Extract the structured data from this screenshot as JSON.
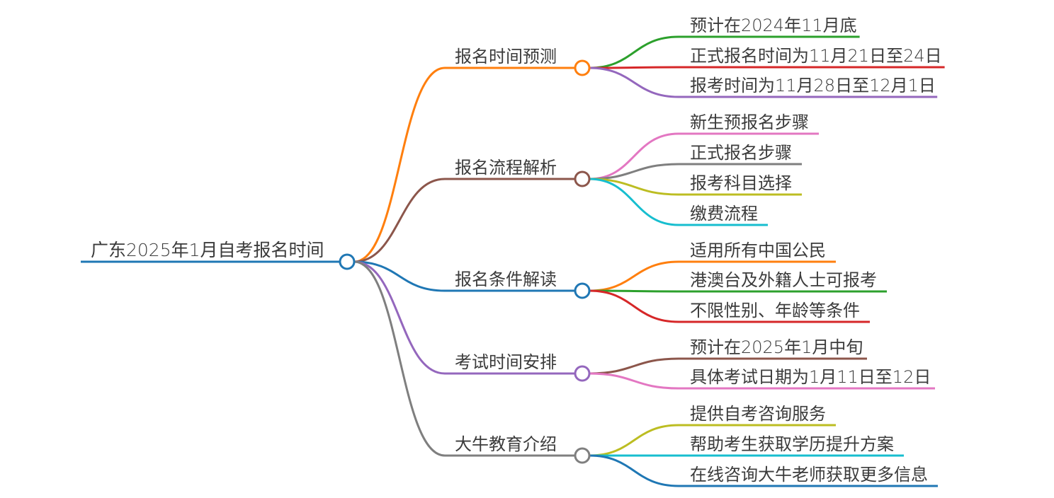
{
  "root": {
    "label": "广东2025年1月自考报名时间",
    "color": "#1f77b4"
  },
  "branches": [
    {
      "label": "报名时间预测",
      "color": "#ff7f0e",
      "children": [
        {
          "label": "预计在2024年11月底",
          "color": "#2ca02c"
        },
        {
          "label": "正式报名时间为11月21日至24日",
          "color": "#d62728"
        },
        {
          "label": "报考时间为11月28日至12月1日",
          "color": "#9467bd"
        }
      ]
    },
    {
      "label": "报名流程解析",
      "color": "#8c564b",
      "children": [
        {
          "label": "新生预报名步骤",
          "color": "#e377c2"
        },
        {
          "label": "正式报名步骤",
          "color": "#7f7f7f"
        },
        {
          "label": "报考科目选择",
          "color": "#bcbd22"
        },
        {
          "label": "缴费流程",
          "color": "#17becf"
        }
      ]
    },
    {
      "label": "报名条件解读",
      "color": "#1f77b4",
      "children": [
        {
          "label": "适用所有中国公民",
          "color": "#ff7f0e"
        },
        {
          "label": "港澳台及外籍人士可报考",
          "color": "#2ca02c"
        },
        {
          "label": "不限性别、年龄等条件",
          "color": "#d62728"
        }
      ]
    },
    {
      "label": "考试时间安排",
      "color": "#9467bd",
      "children": [
        {
          "label": "预计在2025年1月中旬",
          "color": "#8c564b"
        },
        {
          "label": "具体考试日期为1月11日至12日",
          "color": "#e377c2"
        }
      ]
    },
    {
      "label": "大牛教育介绍",
      "color": "#7f7f7f",
      "children": [
        {
          "label": "提供自考咨询服务",
          "color": "#bcbd22"
        },
        {
          "label": "帮助考生获取学历提升方案",
          "color": "#17becf"
        },
        {
          "label": "在线咨询大牛老师获取更多信息",
          "color": "#1f77b4"
        }
      ]
    }
  ]
}
